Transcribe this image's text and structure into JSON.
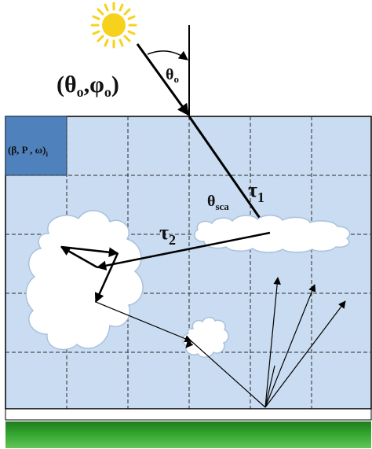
{
  "diagram": {
    "incident_angles_label": {
      "theta": "θ",
      "theta_sub": "o",
      "comma": ",",
      "phi": "φ",
      "phi_sub": "o"
    },
    "zenith_angle_label": {
      "base": "θ",
      "sub": "o"
    },
    "cell_properties_label": {
      "base": "(β, P , ω)",
      "sub": "i"
    },
    "scattering_angle_label": {
      "base": "θ",
      "sub": "sca"
    },
    "optical_depth_1_label": {
      "base": "τ",
      "sub": "1"
    },
    "optical_depth_2_label": {
      "base": "τ",
      "sub": "2"
    }
  },
  "colors": {
    "domain_fill": "#c9dcf1",
    "highlight_cell": "#4f81bd",
    "grid_line": "#2b2b2b",
    "sun_yellow": "#f7d21c",
    "cloud_fill": "#ffffff",
    "cloud_stroke": "#a9c1dd",
    "ground_green": "#2f9a2a",
    "arrow": "#000000"
  }
}
